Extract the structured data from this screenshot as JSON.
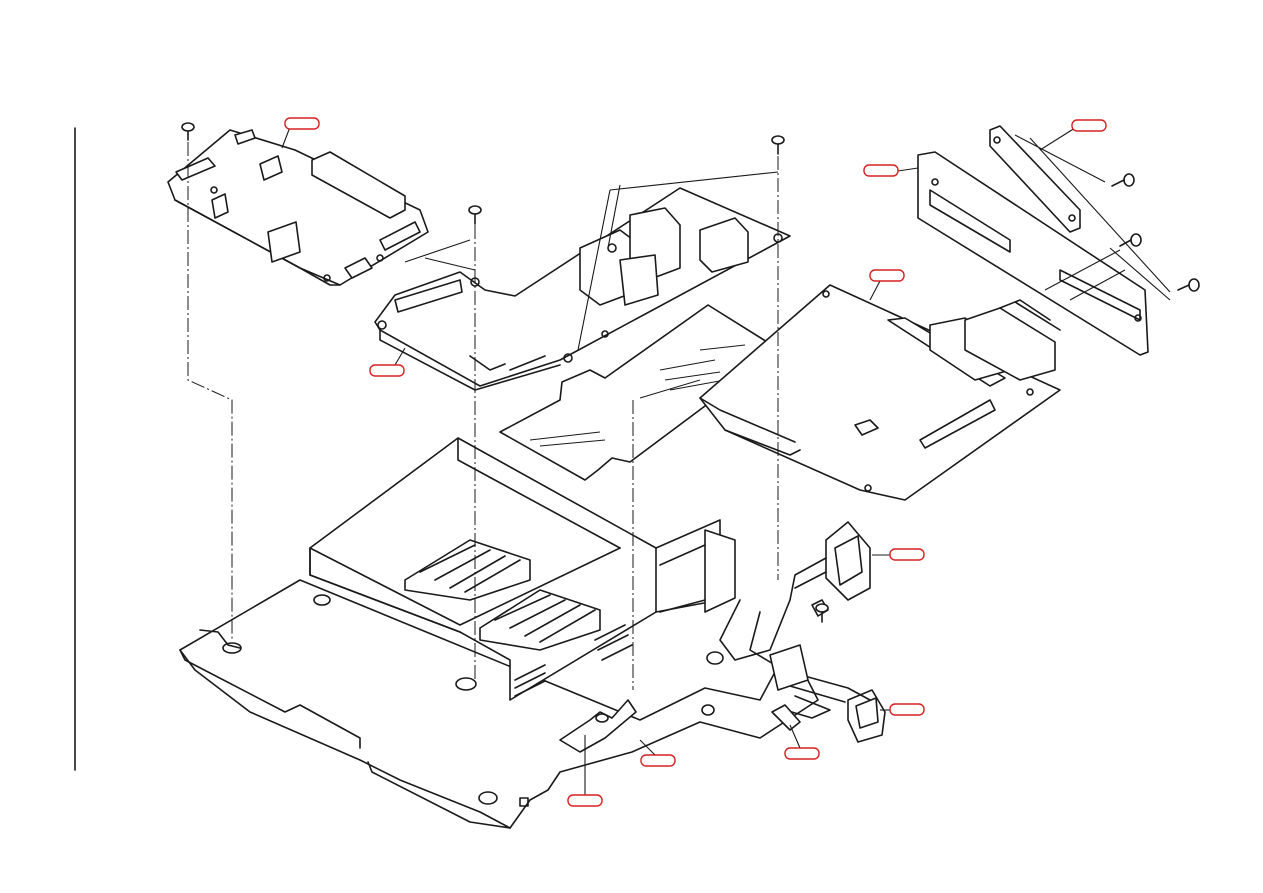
{
  "diagram": {
    "callout_color": "#d62020",
    "line_color": "#1a1a1a",
    "parts": [
      {
        "id": "riser-board",
        "callout": ""
      },
      {
        "id": "io-cover-plate",
        "callout": ""
      },
      {
        "id": "rear-bracket",
        "callout": ""
      },
      {
        "id": "main-board",
        "callout": ""
      },
      {
        "id": "system-board",
        "callout": ""
      },
      {
        "id": "ac-inlet",
        "callout": ""
      },
      {
        "id": "power-switch",
        "callout": ""
      },
      {
        "id": "power-cable",
        "callout": ""
      },
      {
        "id": "base-pan",
        "callout": ""
      },
      {
        "id": "latch",
        "callout": ""
      }
    ]
  }
}
